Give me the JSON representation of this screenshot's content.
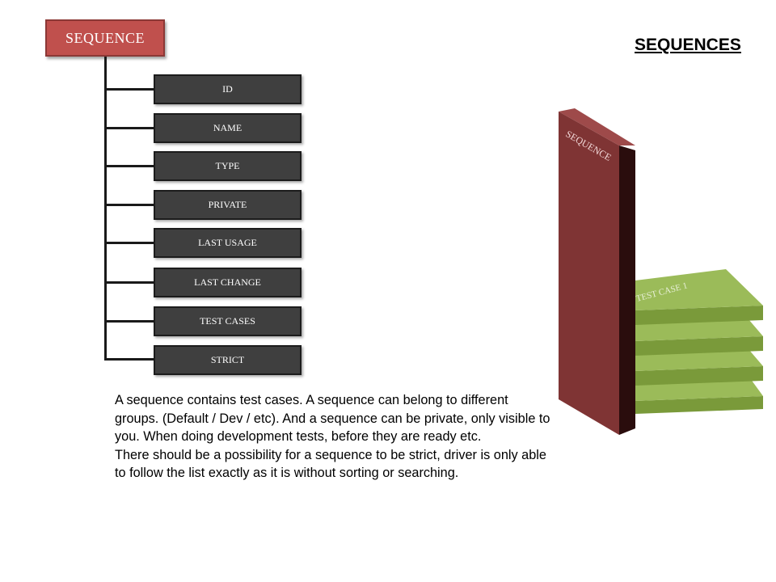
{
  "slide_title": "SEQUENCES",
  "diagram": {
    "root_label": "SEQUENCE",
    "fields": [
      "ID",
      "NAME",
      "TYPE",
      "PRIVATE",
      "LAST USAGE",
      "LAST CHANGE",
      "TEST CASES",
      "STRICT"
    ]
  },
  "description": {
    "paragraph_1": "A sequence contains test cases. A sequence can belong to different groups. (Default / Dev / etc). And a sequence can be private, only visible to you. When doing development tests, before they are ready etc.",
    "paragraph_2": "There should be a possibility for a sequence to be strict, driver is only able to follow the list exactly as it is without sorting or searching."
  },
  "illustration": {
    "panel_label": "SEQUENCE",
    "top_plate_label": "TEST CASE 1",
    "colors": {
      "panel_front": "#7f3434",
      "panel_side": "#2a0d0d",
      "plate_top": "#9bbb59",
      "plate_front": "#7a9a3a",
      "root_fill": "#c0504d",
      "field_fill": "#3f3f3f"
    }
  }
}
